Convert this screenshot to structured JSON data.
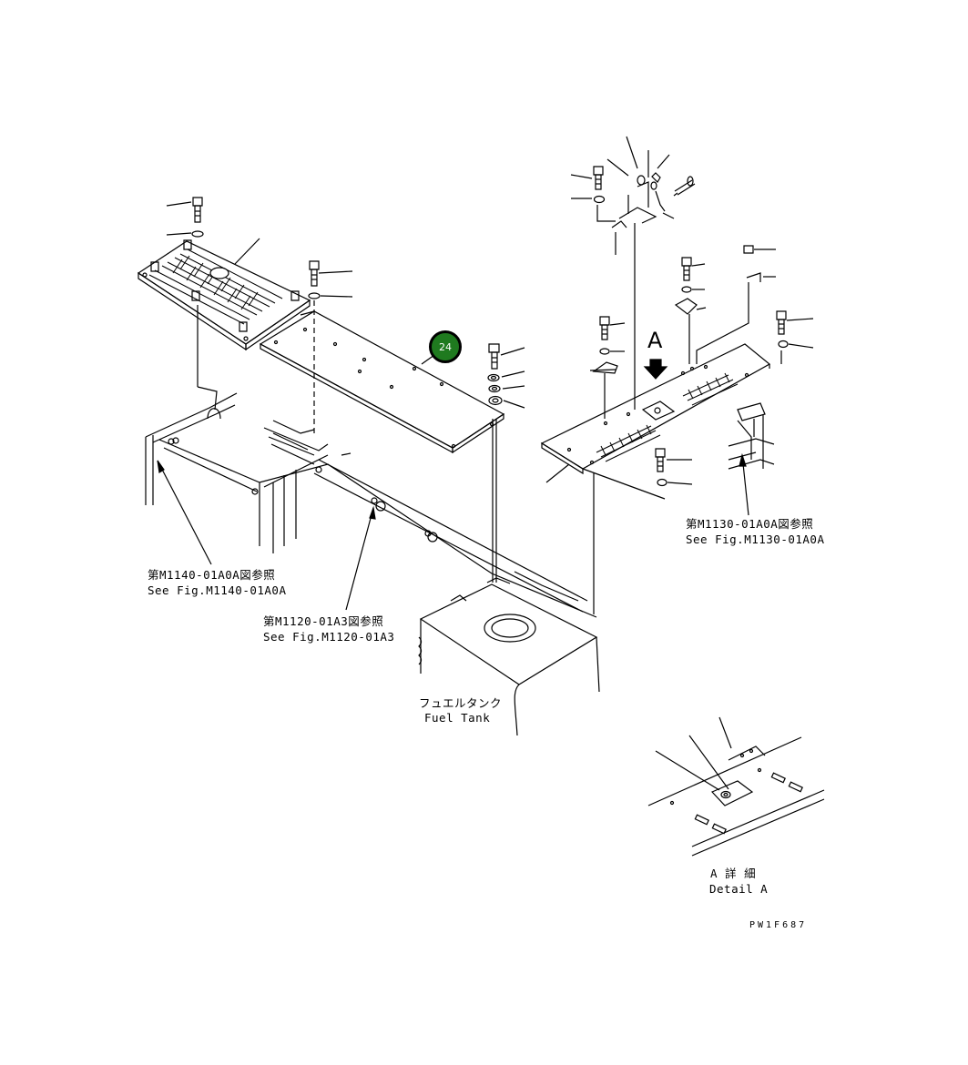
{
  "callout": {
    "number": "24",
    "fill": "#1f7a1f"
  },
  "labels": {
    "ref_m1140_jp": "第M1140-01A0A図参照",
    "ref_m1140_en": "See Fig.M1140-01A0A",
    "ref_m1120_jp": "第M1120-01A3図参照",
    "ref_m1120_en": "See Fig.M1120-01A3",
    "ref_m1130_jp": "第M1130-01A0A図参照",
    "ref_m1130_en": "See Fig.M1130-01A0A",
    "fuel_tank_jp": "フュエルタンク",
    "fuel_tank_en": "Fuel Tank",
    "view_a": "A",
    "detail_a_jp": "A 詳 細",
    "detail_a_en": "Detail A",
    "part_code": "PW1F687"
  }
}
